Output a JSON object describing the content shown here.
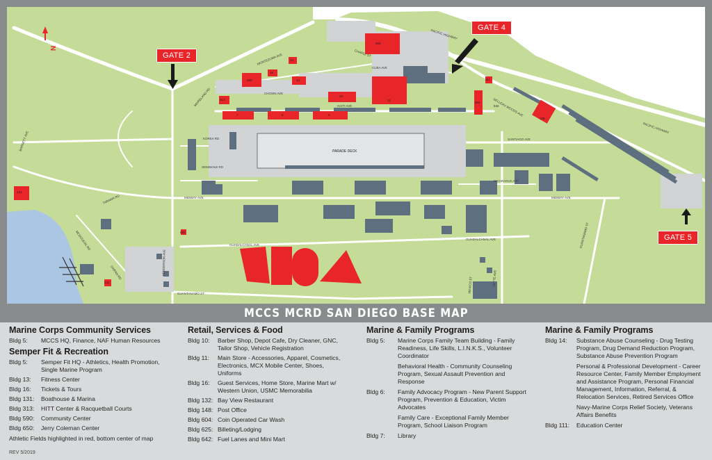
{
  "map": {
    "gates": [
      "GATE 2",
      "GATE 4",
      "GATE 5"
    ],
    "north": "N",
    "parade_deck": "PARADE DECK",
    "roads": {
      "barnett": "BARNETT AVE",
      "pacific": "PACIFIC HIGHWAY",
      "pacific2": "PACIFIC HIGHWAY",
      "montezuma": "MONTEZUMA AVE",
      "cuba": "CUBA AVE",
      "chosin": "CHOSIN AVE",
      "haiti": "HAITI AVE",
      "belleau": "BELLEAU WOODS AVE",
      "santiago": "SANTIAGO AVE",
      "korea": "KOREA RD",
      "seminole": "SEMINOLE RD",
      "midway": "MIDWAY AVE",
      "midway2": "MIDWAY AVE",
      "guadalcanal": "GUADALCANAL AVE",
      "guadalcanal2": "GUADALCANAL AVE",
      "guantanamo": "GUANTANAMO ST",
      "guantanamo2": "GUANTANAMO ST",
      "henderson": "HENDERSON AVE",
      "tarawa": "TARAWA RD",
      "mcdougal": "MCDOUGAL RD",
      "leyte": "LEYTE AVE",
      "saipan": "SAIPAN RD",
      "nicaragua": "NICARAGUA AVE",
      "mexico": "MEXICO ST",
      "moreland": "MORELAND RD",
      "chapel": "CHAPEL ST"
    },
    "buildings": [
      "650",
      "14",
      "590",
      "16",
      "13",
      "10",
      "313",
      "7",
      "6",
      "5",
      "11",
      "604",
      "131",
      "148",
      "111",
      "132",
      "625",
      "642"
    ]
  },
  "title": "MCCS MCRD SAN DIEGO BASE MAP",
  "columns": [
    {
      "sections": [
        {
          "heading": "Marine Corps Community Services",
          "rows": [
            {
              "bldg": "Bldg 5:",
              "desc": "MCCS HQ, Finance, NAF Human Resources"
            }
          ]
        },
        {
          "heading": "Semper Fit & Recreation",
          "rows": [
            {
              "bldg": "Bldg 5:",
              "desc": "Semper Fit HQ - Athletics, Health Promotion, Single Marine Program"
            },
            {
              "bldg": "Bldg 13:",
              "desc": "Fitness Center"
            },
            {
              "bldg": "Bldg 16:",
              "desc": "Tickets & Tours"
            },
            {
              "bldg": "Bldg 131:",
              "desc": "Boathouse & Marina"
            },
            {
              "bldg": "Bldg 313:",
              "desc": "HITT Center & Racquetball Courts"
            },
            {
              "bldg": "Bldg 590:",
              "desc": "Community Center"
            },
            {
              "bldg": "Bldg 650:",
              "desc": "Jerry Coleman Center"
            }
          ]
        }
      ],
      "note": "Athletic Fields highlighted in red, bottom center of map",
      "rev": "REV 5/2019"
    },
    {
      "sections": [
        {
          "heading": "Retail, Services & Food",
          "rows": [
            {
              "bldg": "Bldg 10:",
              "desc": "Barber Shop, Depot Cafe, Dry Cleaner, GNC, Tailor Shop, Vehicle Registration"
            },
            {
              "bldg": "Bldg 11:",
              "desc": "Main Store - Accessories, Apparel, Cosmetics, Electronics, MCX Mobile Center, Shoes, Uniforms"
            },
            {
              "bldg": "Bldg 16:",
              "desc": "Guest Services, Home Store, Marine Mart w/ Western Union, USMC Memorabilia"
            },
            {
              "bldg": "Bldg 132:",
              "desc": "Bay View Restaurant"
            },
            {
              "bldg": "Bldg 148:",
              "desc": "Post Office"
            },
            {
              "bldg": "Bldg 604:",
              "desc": "Coin Operated Car Wash"
            },
            {
              "bldg": "Bldg 625:",
              "desc": "Billeting/Lodging"
            },
            {
              "bldg": "Bldg 642:",
              "desc": "Fuel Lanes and Mini Mart"
            }
          ]
        }
      ]
    },
    {
      "sections": [
        {
          "heading": "Marine & Family Programs",
          "rows": [
            {
              "bldg": "Bldg 5:",
              "desc": "Marine Corps Family Team Building - Family Readiness, Life Skills, L.I.N.K.S., Volunteer Coordinator"
            },
            {
              "bldg": "",
              "desc": "Behavioral Health - Community Counseling Program, Sexual Assault Prevention and Response"
            },
            {
              "bldg": "Bldg 6:",
              "desc": "Family Advocacy Program - New Parent Support Program, Prevention & Education, Victim Advocates"
            },
            {
              "bldg": "",
              "desc": "Family Care - Exceptional Family Member Program, School Liaison Program"
            },
            {
              "bldg": "Bldg 7:",
              "desc": "Library"
            }
          ]
        }
      ]
    },
    {
      "sections": [
        {
          "heading": "Marine & Family Programs",
          "rows": [
            {
              "bldg": "Bldg 14:",
              "desc": "Substance Abuse Counseling - Drug Testing Program, Drug Demand Reduction Program, Substance Abuse Prevention Program"
            },
            {
              "bldg": "",
              "desc": "Personal & Professional Development - Career Resource Center, Family Member Employment and Assistance Program, Personal Financial Management, Information, Referral, & Relocation Services, Retired Services Office"
            },
            {
              "bldg": "",
              "desc": "Navy-Marine Corps Relief Society, Veterans Affairs Benefits"
            },
            {
              "bldg": "Bldg 111:",
              "desc": "Education Center"
            }
          ]
        }
      ]
    }
  ],
  "colors": {
    "grass": "#c5dc98",
    "water": "#abc6e3",
    "road": "#ffffff",
    "building": "#5e7080",
    "highlight": "#e8262a",
    "paved": "#d1d3d4",
    "frame": "#878b8c",
    "legend_bg": "#d8dadb"
  }
}
